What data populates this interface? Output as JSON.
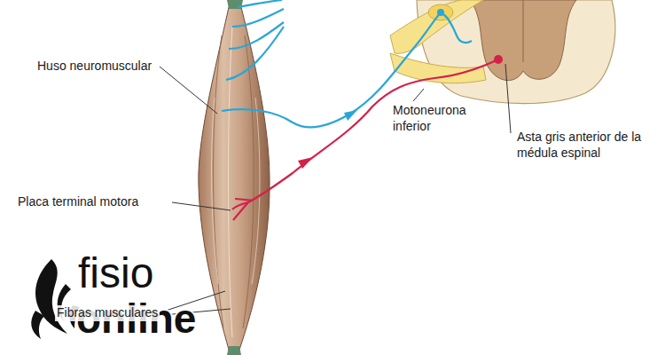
{
  "diagram": {
    "labels": [
      "Huso neuromuscular",
      "Motoneurona inferior",
      "Asta gris anterior de la médula espinal",
      "Placa terminal motora",
      "Fibras musculares",
      "fisio",
      "online"
    ]
  }
}
